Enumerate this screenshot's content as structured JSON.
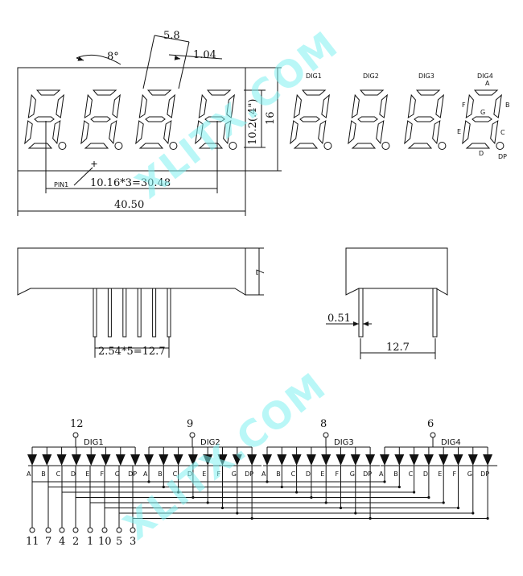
{
  "watermark": "XLITX.COM",
  "front": {
    "angle": "8°",
    "seg_width": "5.8",
    "seg_stroke": "1.04",
    "digit_height": "10.2(.4\")",
    "height": "16",
    "pin1": "PIN1",
    "pin_span": "10.16*3=30.48",
    "width": "40.50"
  },
  "side": {
    "height": "7",
    "pin_pitch": "2.54*5=12.7",
    "pin_width": "0.51",
    "depth": "12.7"
  },
  "digits": [
    "DIG1",
    "DIG2",
    "DIG3",
    "DIG4"
  ],
  "segments": {
    "a": "A",
    "b": "B",
    "c": "C",
    "d": "D",
    "e": "E",
    "f": "F",
    "g": "G",
    "dp": "DP"
  },
  "schematic": {
    "common_pins": [
      "12",
      "9",
      "8",
      "6"
    ],
    "digit_labels": [
      "DIG1",
      "DIG2",
      "DIG3",
      "DIG4"
    ],
    "segment_labels": [
      "A",
      "B",
      "C",
      "D",
      "E",
      "F",
      "G",
      "DP"
    ],
    "bottom_pins": [
      "11",
      "7",
      "4",
      "2",
      "1",
      "10",
      "5",
      "3"
    ]
  }
}
